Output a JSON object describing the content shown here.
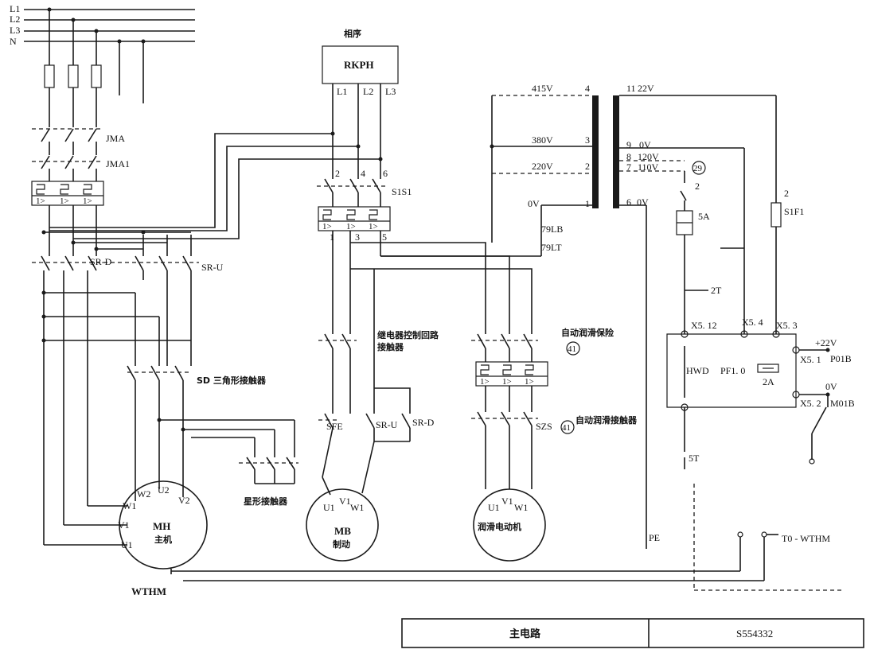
{
  "bus": {
    "l1": "L1",
    "l2": "L2",
    "l3": "L3",
    "n": "N"
  },
  "contactors": {
    "jma": "JMA",
    "jma1": "JMA1",
    "s1s1": "S1S1",
    "sr_d": "SR-D",
    "sr_u": "SR-U",
    "sd": "SD 三角形接触器",
    "star": "星形接触器",
    "relay_ctrl_1": "继电器控制回路",
    "relay_ctrl_2": "接触器",
    "sfe": "SFE",
    "sr_u2": "SR-U",
    "sr_d2": "SR-D",
    "szs": "SZS",
    "lube_fuse": "自动润滑保险",
    "lube_contactor": "自动润滑接触器"
  },
  "phase_relay": {
    "title": "相序",
    "name": "RKPH",
    "pins": [
      "L1",
      "L2",
      "L3"
    ],
    "terms_top": [
      "2",
      "4",
      "6"
    ],
    "terms_bottom": [
      "1",
      "3",
      "5"
    ]
  },
  "overload_text": "1>",
  "motors": {
    "main": {
      "line1": "MH",
      "line2": "主机",
      "term_u1": "U1",
      "term_v1": "V1",
      "term_w1": "W1",
      "term_w2": "W2",
      "term_u2": "U2",
      "term_v2": "V2",
      "bottom": "WTHM"
    },
    "brake": {
      "line1": "MB",
      "line2": "制动",
      "term_u1": "U1",
      "term_v1": "V1",
      "term_w1": "W1"
    },
    "lube": {
      "line1": "润滑电动机",
      "term_u1": "U1",
      "term_v1": "V1",
      "term_w1": "W1"
    }
  },
  "transformer": {
    "primary": [
      {
        "label": "415V",
        "pin": "4"
      },
      {
        "label": "380V",
        "pin": "3"
      },
      {
        "label": "220V",
        "pin": "2"
      },
      {
        "label": "0V",
        "pin": "1"
      }
    ],
    "secondary": [
      {
        "pin": "11",
        "label": "22V"
      },
      {
        "pin": "9",
        "label": "0V"
      },
      {
        "pin": "8",
        "label": "120V"
      },
      {
        "pin": "7",
        "label": "110V"
      },
      {
        "pin": "6",
        "label": "0V"
      }
    ],
    "lb": "79LB",
    "lt": "79LT",
    "pe": "PE"
  },
  "markers": {
    "m29": "29",
    "m41a": "41",
    "m41b": "41"
  },
  "control": {
    "two_a": "2",
    "two_b": "2",
    "fuse_5a": "5A",
    "s1f1": "S1F1",
    "t2": "2T",
    "t5": "5T",
    "x512": "X5. 12",
    "x54": "X5. 4",
    "x53": "X5. 3",
    "x51": "X5. 1",
    "x52": "X5. 2",
    "hwd": "HWD",
    "pf": "PF1. 0",
    "fuse_2a": "2A",
    "p22": "+22V",
    "p01b": "P01B",
    "v0": "0V",
    "m01b": "M01B",
    "to_wthm": "T0 - WTHM"
  },
  "title_block": {
    "name": "主电路",
    "code": "S554332"
  }
}
